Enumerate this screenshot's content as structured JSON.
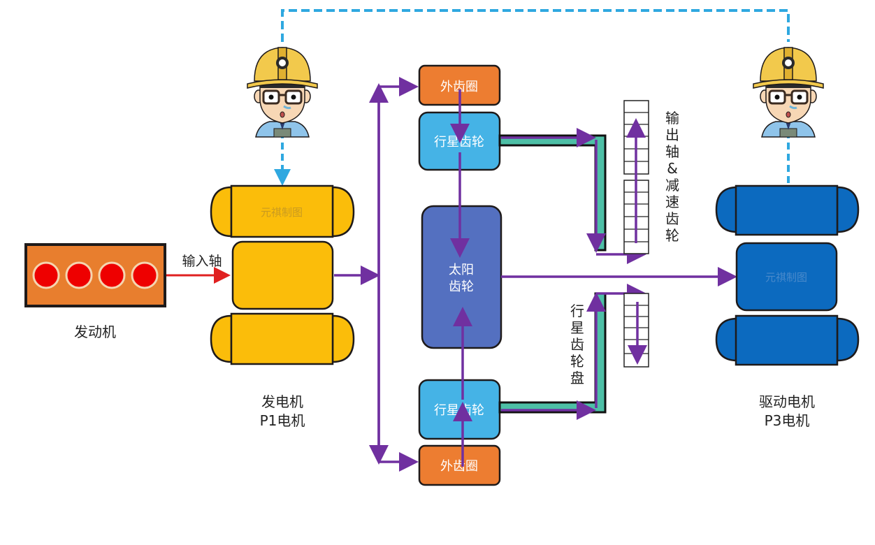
{
  "colors": {
    "engine_fill": "#e87e2e",
    "cylinder": "#ee0000",
    "generator_fill": "#fbbd0a",
    "drive_motor_fill": "#0c6abf",
    "ring_gear_fill": "#ed7d31",
    "planet_gear_fill": "#45b3e6",
    "sun_gear_fill": "#5470c0",
    "carrier_fill": "#4dbfa6",
    "flow_arrow": "#7030a0",
    "input_arrow": "#e02020",
    "signal_dashed": "#2fa8e0",
    "outline": "#1e1a1a"
  },
  "engine": {
    "label": "发动机",
    "cylinder_count": 4
  },
  "input_shaft": {
    "label": "输入轴"
  },
  "generator": {
    "label_line1": "发电机",
    "label_line2": "P1电机",
    "watermark": "元祺制图"
  },
  "drive_motor": {
    "label_line1": "驱动电机",
    "label_line2": "P3电机",
    "watermark": "元祺制图"
  },
  "gears": {
    "ring_gear_top": "外齿圈",
    "planet_gear_top": "行星齿轮",
    "sun_gear_line1": "太阳",
    "sun_gear_line2": "齿轮",
    "planet_gear_bottom": "行星齿轮",
    "ring_gear_bottom": "外齿圈"
  },
  "output": {
    "label": "输出轴&减速齿轮",
    "label_chars": [
      "输",
      "出",
      "轴",
      "&",
      "减",
      "速",
      "齿",
      "轮"
    ]
  },
  "carrier": {
    "label": "行星齿轮盘",
    "label_chars": [
      "行",
      "星",
      "齿",
      "轮",
      "盘"
    ]
  },
  "controllers": [
    {
      "name": "engineer-left",
      "icon": "engineer-avatar"
    },
    {
      "name": "engineer-right",
      "icon": "engineer-avatar"
    }
  ]
}
